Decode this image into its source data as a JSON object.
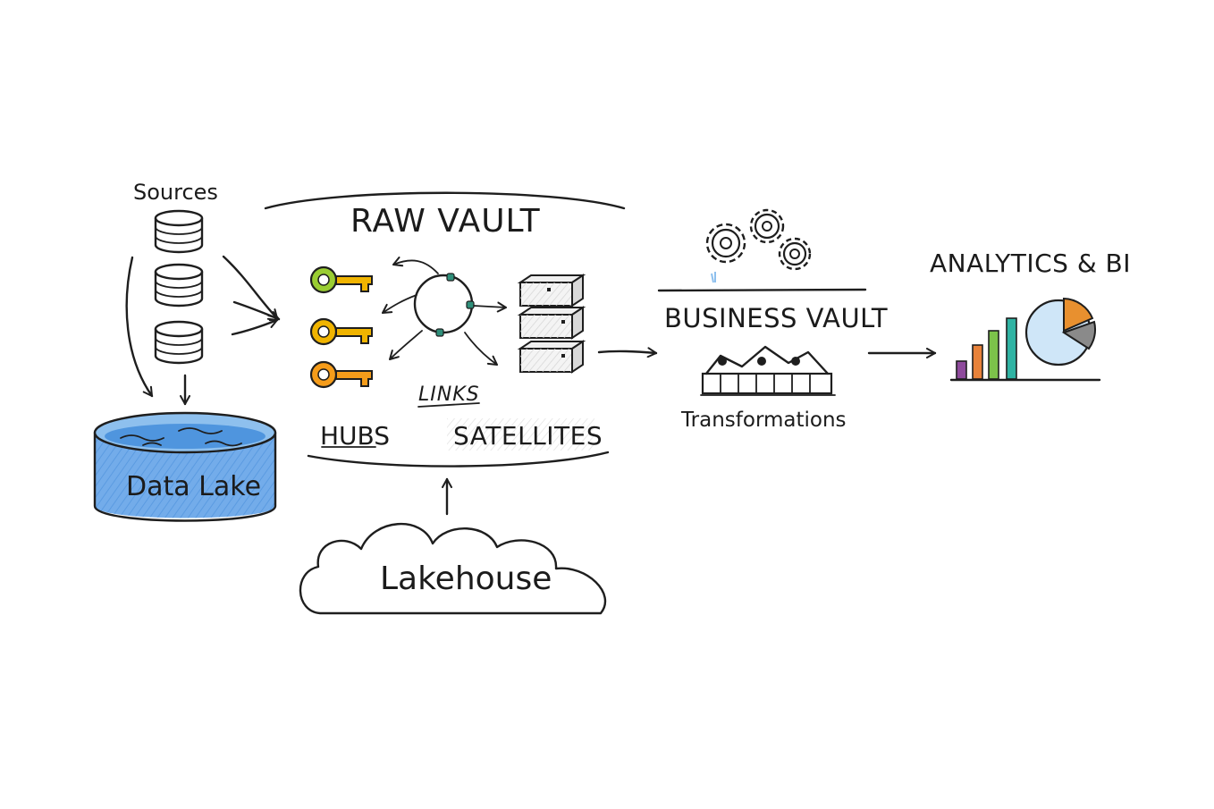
{
  "diagram": {
    "sources": {
      "label": "Sources"
    },
    "data_lake": {
      "label": "Data Lake",
      "color": "#5b9ee6"
    },
    "raw_vault": {
      "title": "RAW VAULT",
      "links_label": "LINKS",
      "hubs_label": "HUBS",
      "satellites_label": "SATELLITES",
      "hub_key_colors": [
        "#9acd32",
        "#f0b400",
        "#f59c1a"
      ]
    },
    "lakehouse": {
      "label": "Lakehouse"
    },
    "business_vault": {
      "title": "BUSINESS VAULT",
      "transformations_label": "Transformations"
    },
    "analytics": {
      "title": "ANALYTICS & BI",
      "bar_colors": [
        "#8e4a9c",
        "#e8823a",
        "#7cc24a",
        "#2fb3a3"
      ],
      "pie_colors": [
        "#cfe6f8",
        "#e8902f",
        "#8a8a8a"
      ]
    }
  }
}
